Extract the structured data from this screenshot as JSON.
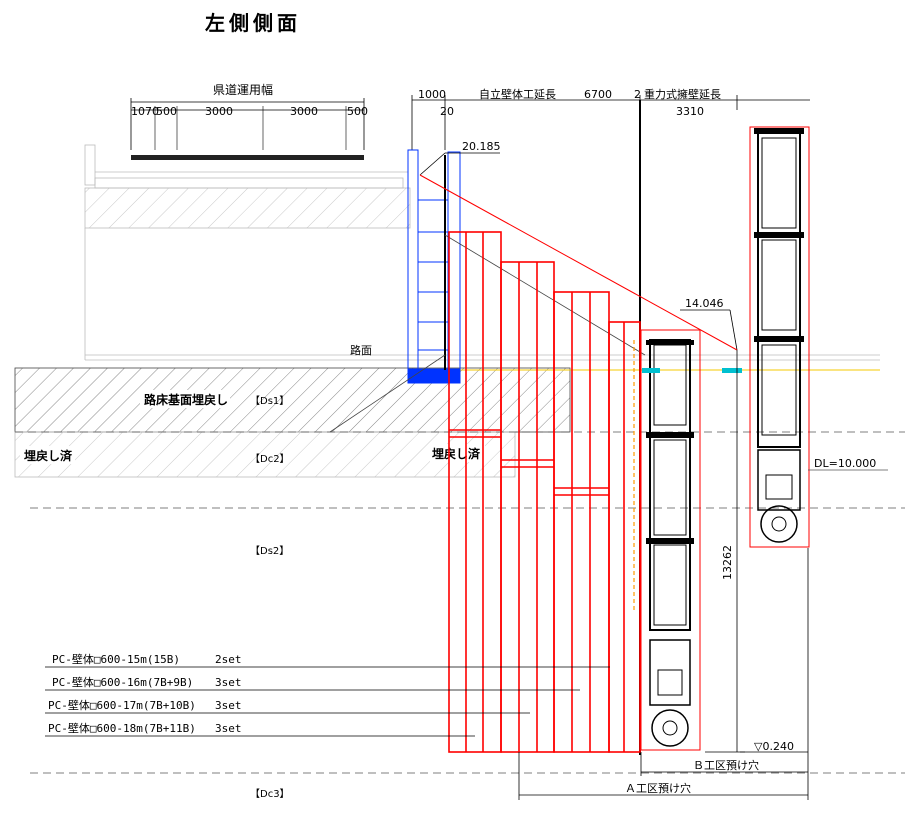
{
  "title": "左側側面",
  "top_dims": {
    "road_width_label": "県道運用幅",
    "d1": "1070",
    "d2": "500",
    "d3": "3000",
    "d4": "3000",
    "d5": "500",
    "left_1000": "1000",
    "left_20": "20",
    "self_wall_label": "自立壁体工延長",
    "self_wall_value": "6700",
    "mid_2": "2",
    "gravity_label": "重力式擁壁延長",
    "gravity_value": "3310"
  },
  "levels": {
    "top_elev": "20.185",
    "mid_elev": "14.046",
    "road_surface": "路面",
    "dl": "DL=10.000",
    "bottom_elev": "▽0.240"
  },
  "soil_layers": {
    "ds1_fill": "路床基面埋戻し",
    "ds1": "【Ds1】",
    "dc2_fill_left": "埋戻し済",
    "dc2": "【Dc2】",
    "dc2_fill_right": "埋戻し済",
    "ds2": "【Ds2】",
    "dc3": "【Dc3】"
  },
  "pile_legend": [
    {
      "name": "PC-壁体□600-15m(15B)",
      "qty": "2set"
    },
    {
      "name": "PC-壁体□600-16m(7B+9B)",
      "qty": "3set"
    },
    {
      "name": "PC-壁体□600-17m(7B+10B)",
      "qty": "3set"
    },
    {
      "name": "PC-壁体□600-18m(7B+11B)",
      "qty": "3set"
    }
  ],
  "vertical_dim": "13262",
  "pit_labels": {
    "b_pit": "Ｂ工区預け穴",
    "a_pit": "Ａ工区預け穴"
  },
  "colors": {
    "pile_red": "#ff0000",
    "frame_blue": "#0033ff",
    "hatch_gray": "#999999",
    "level_yellow": "#f5c800",
    "orange_dash": "#ff9900"
  }
}
